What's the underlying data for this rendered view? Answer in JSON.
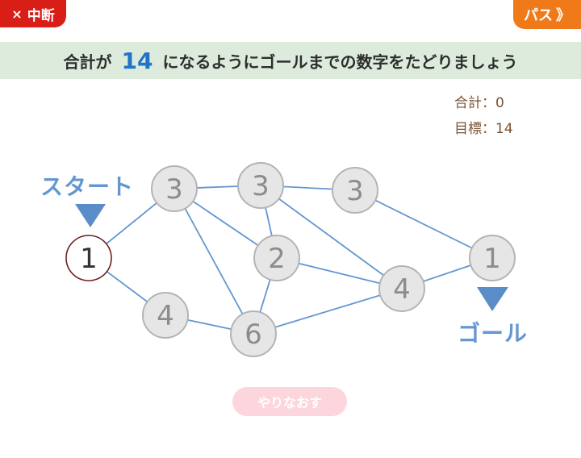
{
  "header": {
    "quit_icon": "×",
    "quit_label": "中断",
    "pass_label": "パス",
    "pass_icon": "》"
  },
  "instruction": {
    "prefix": "合計が",
    "target": "14",
    "suffix": "になるようにゴールまでの数字をたどりましょう"
  },
  "stats": {
    "sum_label": "合計：0",
    "goal_label": "目標：14"
  },
  "labels": {
    "start": "スタート",
    "goal": "ゴール"
  },
  "redo_label": "やりなおす",
  "graph": {
    "nodes": [
      {
        "id": "start",
        "value": "1",
        "state": "current"
      },
      {
        "id": "n3a",
        "value": "3",
        "state": "normal"
      },
      {
        "id": "n3b",
        "value": "3",
        "state": "normal"
      },
      {
        "id": "n3c",
        "value": "3",
        "state": "normal"
      },
      {
        "id": "n2",
        "value": "2",
        "state": "normal"
      },
      {
        "id": "n4a",
        "value": "4",
        "state": "normal"
      },
      {
        "id": "n6",
        "value": "6",
        "state": "normal"
      },
      {
        "id": "n4b",
        "value": "4",
        "state": "normal"
      },
      {
        "id": "goal",
        "value": "1",
        "state": "normal"
      }
    ],
    "edges": [
      [
        "start",
        "n3a"
      ],
      [
        "start",
        "n4a"
      ],
      [
        "n3a",
        "n3b"
      ],
      [
        "n3a",
        "n2"
      ],
      [
        "n3a",
        "n6"
      ],
      [
        "n3b",
        "n3c"
      ],
      [
        "n3b",
        "n2"
      ],
      [
        "n3b",
        "n4b"
      ],
      [
        "n3c",
        "goal"
      ],
      [
        "n2",
        "n6"
      ],
      [
        "n2",
        "n4b"
      ],
      [
        "n4a",
        "n6"
      ],
      [
        "n6",
        "n4b"
      ],
      [
        "n4b",
        "goal"
      ]
    ]
  },
  "colors": {
    "edge": "#6496d2",
    "node_fill": "#e6e6e6",
    "node_stroke": "#b4b4b4",
    "node_text": "#8c8c8c",
    "current_stroke": "#6e2020",
    "current_text": "#333333",
    "arrow": "#5a8cc8"
  }
}
